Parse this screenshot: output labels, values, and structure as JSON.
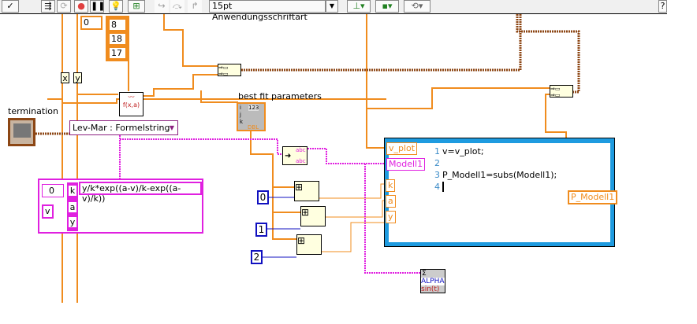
{
  "toolbar": {
    "run_icon": "checkmark-icon",
    "font_select": "15pt Anwendungsschriftart",
    "help_label": "?"
  },
  "diagram": {
    "array_index": "0",
    "array_values": [
      "8",
      "18",
      "17"
    ],
    "x_label": "x",
    "y_label": "y",
    "termination_label": "termination",
    "enum_value": "Lev-Mar : Formelstring",
    "best_fit_label": "best fit parameters",
    "best_fit_indicator": {
      "header": "123",
      "rows": [
        "i",
        "j",
        "k"
      ],
      "type": "DBL"
    },
    "concat_rows": [
      "abc",
      "abc"
    ],
    "index_constants": [
      "0",
      "1",
      "2"
    ],
    "formula_cluster": {
      "index": "0",
      "var_name": "v",
      "params": [
        "k",
        "a",
        "y"
      ],
      "expression": "y/k*exp((a-v)/k-exp((a-v)/k))"
    },
    "formula_node": {
      "inputs": [
        "v_plot",
        "Modell1",
        "k",
        "a",
        "y"
      ],
      "output": "P_Modell1",
      "lines": [
        {
          "n": "1",
          "text": "v=v_plot;"
        },
        {
          "n": "2",
          "text": ""
        },
        {
          "n": "3",
          "text": "P_Modell1=subs(Modell1);"
        },
        {
          "n": "4",
          "text": ""
        }
      ]
    },
    "express_node": {
      "top": "ALPHA",
      "bottom": "sin(t)"
    }
  },
  "colors": {
    "orange": "#f08c1e",
    "pink": "#e020e0",
    "blue": "#1e9be0",
    "brown": "#8c4614",
    "navy": "#1010c0"
  }
}
